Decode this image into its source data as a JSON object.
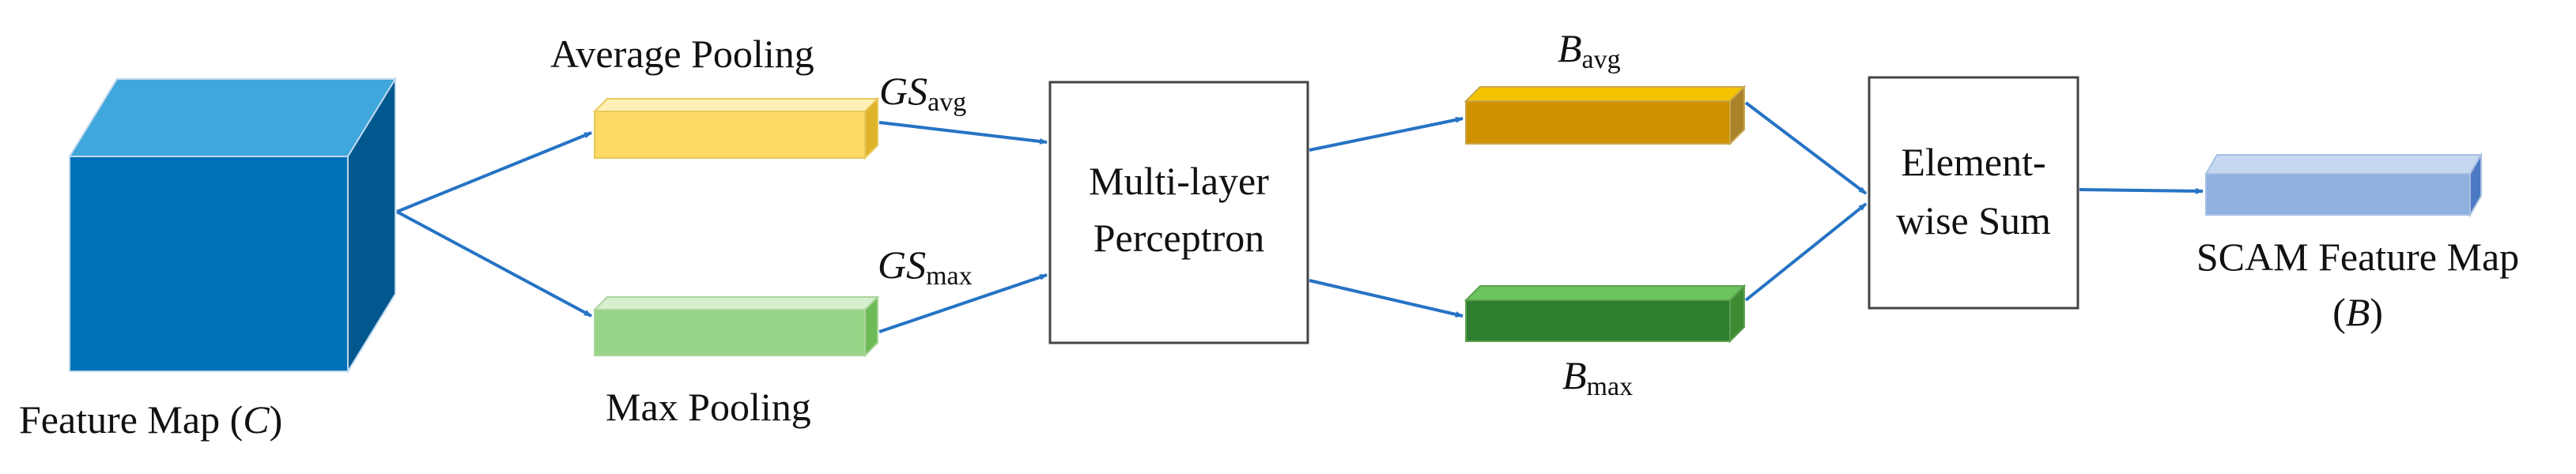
{
  "labels": {
    "input_prefix": "Feature Map (",
    "input_var": "C",
    "input_suffix": ")",
    "avg_pool": "Average Pooling",
    "max_pool": "Max Pooling",
    "gs": "GS",
    "sub_avg": "avg",
    "sub_max": "max",
    "mlp_line1": "Multi-layer",
    "mlp_line2": "Perceptron",
    "b": "B",
    "sum_line1": "Element-",
    "sum_line2": "wise Sum",
    "output_line1": "SCAM Feature Map",
    "output_line2_open": "(",
    "output_line2_var": "B",
    "output_line2_close": ")"
  },
  "colors": {
    "input_cube": "#0071B8",
    "avg_bar": "#FFD966",
    "max_bar": "#98D487",
    "b_avg_bar": "#D09200",
    "b_max_bar": "#2F7E30",
    "output_bar": "#8EB1E0",
    "arrow": "#2673C4"
  }
}
